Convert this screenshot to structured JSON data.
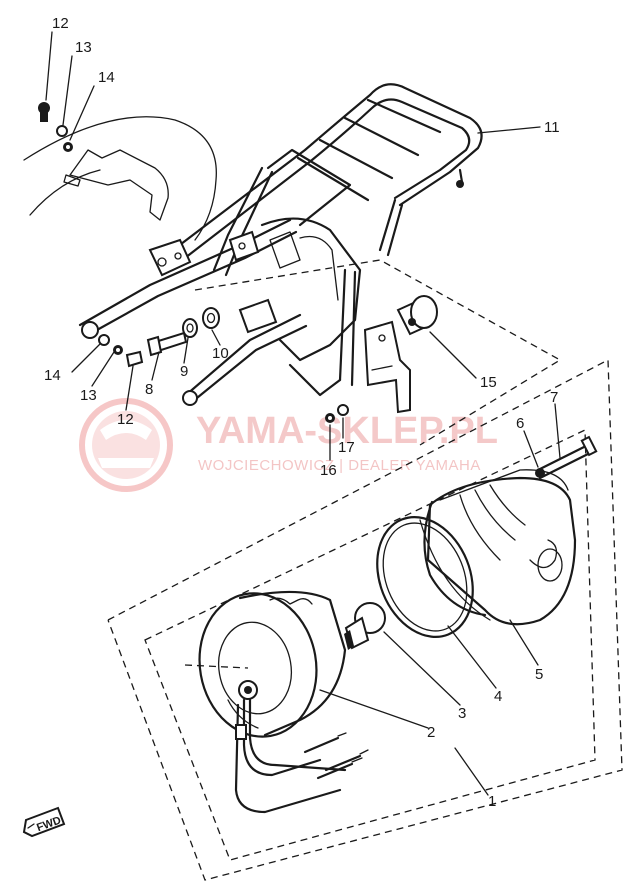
{
  "watermark": {
    "brand": "YAMA-SKLEP.PL",
    "subtitle": "WOJCIECHOWICZ | DEALER YAMAHA"
  },
  "direction_marker": "FWD",
  "callouts": [
    {
      "id": "c12a",
      "label": "12"
    },
    {
      "id": "c13a",
      "label": "13"
    },
    {
      "id": "c14a",
      "label": "14"
    },
    {
      "id": "c11",
      "label": "11"
    },
    {
      "id": "c14b",
      "label": "14"
    },
    {
      "id": "c13b",
      "label": "13"
    },
    {
      "id": "c12b",
      "label": "12"
    },
    {
      "id": "c8",
      "label": "8"
    },
    {
      "id": "c9",
      "label": "9"
    },
    {
      "id": "c10",
      "label": "10"
    },
    {
      "id": "c15",
      "label": "15"
    },
    {
      "id": "c16",
      "label": "16"
    },
    {
      "id": "c17",
      "label": "17"
    },
    {
      "id": "c6",
      "label": "6"
    },
    {
      "id": "c7",
      "label": "7"
    },
    {
      "id": "c5",
      "label": "5"
    },
    {
      "id": "c4",
      "label": "4"
    },
    {
      "id": "c3",
      "label": "3"
    },
    {
      "id": "c2",
      "label": "2"
    },
    {
      "id": "c1",
      "label": "1"
    }
  ]
}
